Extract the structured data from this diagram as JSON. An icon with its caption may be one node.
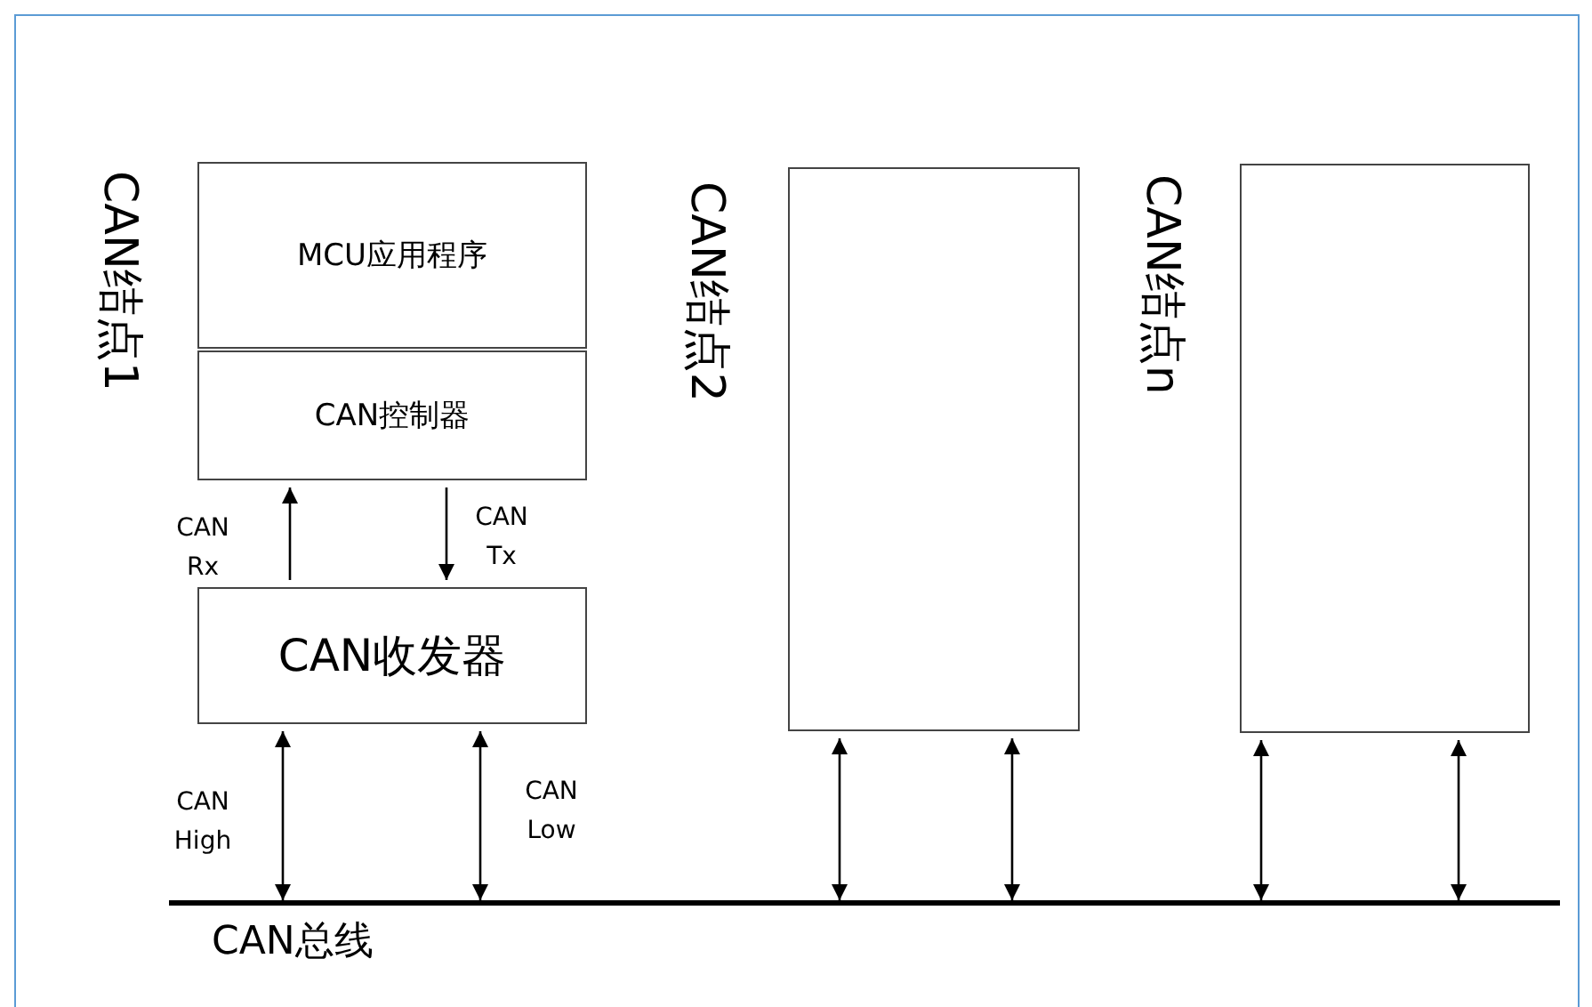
{
  "diagram": {
    "nodes": [
      {
        "text": [
          "MCU应用程序"
        ]
      },
      {
        "text": [
          "CAN控制器"
        ]
      },
      {
        "text": [
          "CAN收发器"
        ]
      },
      {
        "text": [],
        "shape": "box"
      },
      {
        "text": [],
        "shape": "box"
      },
      {
        "text": [
          "CAN总线"
        ]
      }
    ],
    "edges": [
      {
        "from": 2,
        "to": 1,
        "arrow": "to",
        "label": "CAN Rx"
      },
      {
        "from": 1,
        "to": 2,
        "arrow": "to",
        "label": "CAN Tx"
      },
      {
        "from": 2,
        "to": 5,
        "arrow": "both",
        "label": "CAN High"
      },
      {
        "from": 2,
        "to": 5,
        "arrow": "both",
        "label": "CAN Low"
      },
      {
        "from": 3,
        "to": 5,
        "arrow": "both"
      },
      {
        "from": 3,
        "to": 5,
        "arrow": "both"
      },
      {
        "from": 4,
        "to": 5,
        "arrow": "both"
      },
      {
        "from": 4,
        "to": 5,
        "arrow": "both"
      }
    ],
    "labels": [
      "CAN结点1",
      "CAN结点2",
      "CAN结点n"
    ]
  }
}
